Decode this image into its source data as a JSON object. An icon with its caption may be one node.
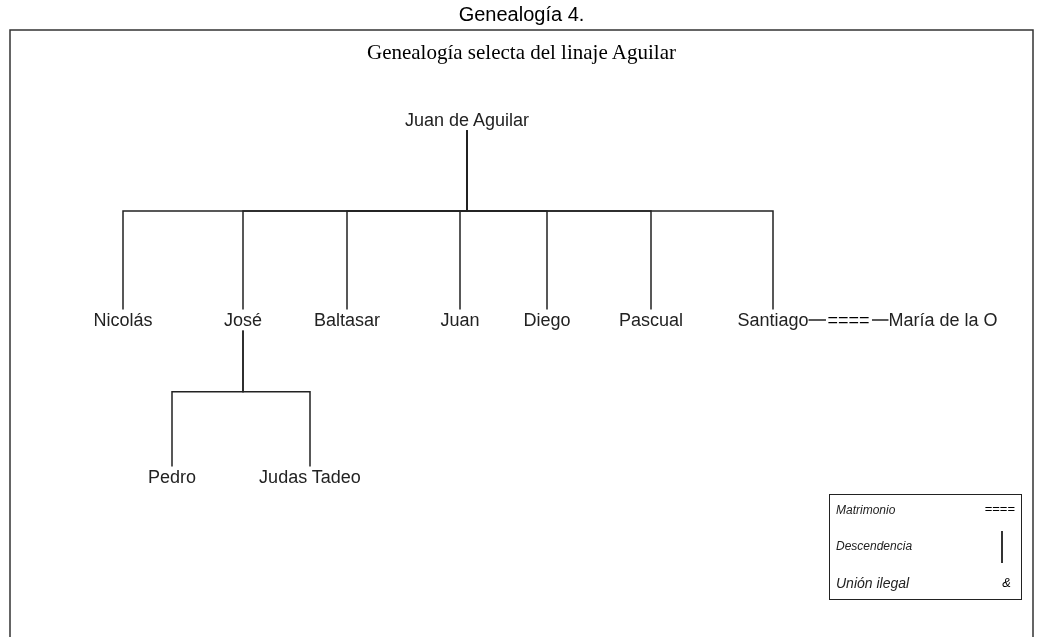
{
  "diagram": {
    "title": "Genealogía selecta del linaje Aguilar",
    "caption": "Genealogía 4.",
    "nodes": [
      {
        "text": [
          "Juan de Aguilar"
        ]
      },
      {
        "text": [
          "Nicolás"
        ]
      },
      {
        "text": [
          "José"
        ]
      },
      {
        "text": [
          "Baltasar"
        ]
      },
      {
        "text": [
          "Juan"
        ]
      },
      {
        "text": [
          "Diego"
        ]
      },
      {
        "text": [
          "Pascual"
        ]
      },
      {
        "text": [
          "Santiago"
        ]
      },
      {
        "text": [
          "María de la O"
        ]
      },
      {
        "text": [
          "Pedro"
        ]
      },
      {
        "text": [
          "Judas Tadeo"
        ]
      }
    ],
    "edges": [
      {
        "from": 0,
        "to": 1,
        "arrow": "none"
      },
      {
        "from": 0,
        "to": 2,
        "arrow": "none"
      },
      {
        "from": 0,
        "to": 3,
        "arrow": "none"
      },
      {
        "from": 0,
        "to": 4,
        "arrow": "none"
      },
      {
        "from": 0,
        "to": 5,
        "arrow": "none"
      },
      {
        "from": 0,
        "to": 6,
        "arrow": "none"
      },
      {
        "from": 0,
        "to": 7,
        "arrow": "none"
      },
      {
        "from": 7,
        "to": 8,
        "label": "====",
        "arrow": "none"
      },
      {
        "from": 2,
        "to": 9,
        "arrow": "none"
      },
      {
        "from": 2,
        "to": 10,
        "arrow": "none"
      }
    ],
    "labels": [
      "====",
      "&"
    ],
    "legend": [
      {
        "text": "Matrimonio"
      },
      {
        "text": "Descendencia"
      },
      {
        "text": "Unión ilegal"
      }
    ]
  }
}
